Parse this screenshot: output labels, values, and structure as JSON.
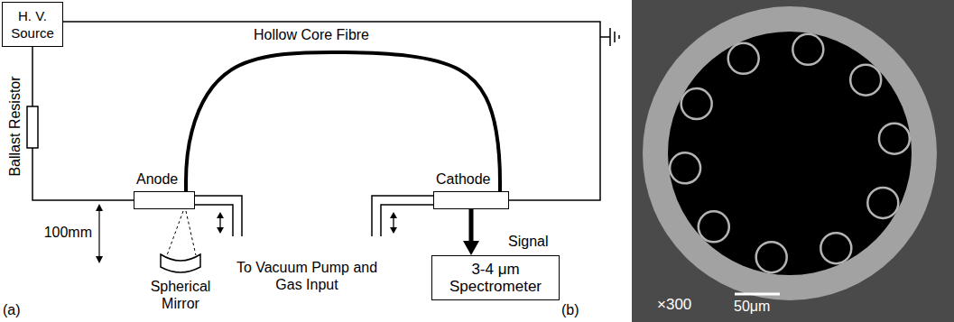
{
  "diagram": {
    "nodes": [
      {
        "text": [
          "H. V. Source"
        ]
      },
      {
        "text": [
          "Anode"
        ]
      },
      {
        "text": [
          "Cathode"
        ]
      },
      {
        "text": [
          "3-4 μm Spectrometer"
        ]
      }
    ],
    "edges": [
      {
        "from": 0,
        "to": 1,
        "label": "Ballast Resistor",
        "arrow": "none"
      },
      {
        "from": 0,
        "to": 2,
        "arrow": "none"
      },
      {
        "from": 1,
        "to": 2,
        "label": "Hollow Core Fibre",
        "arrow": "none"
      },
      {
        "from": 2,
        "to": 3,
        "label": "Signal",
        "arrow": "to"
      }
    ],
    "labels": [
      "100mm",
      "Spherical Mirror",
      "To Vacuum Pump and Gas Input",
      "(a)",
      "(b)",
      "×300",
      "50μm"
    ]
  }
}
